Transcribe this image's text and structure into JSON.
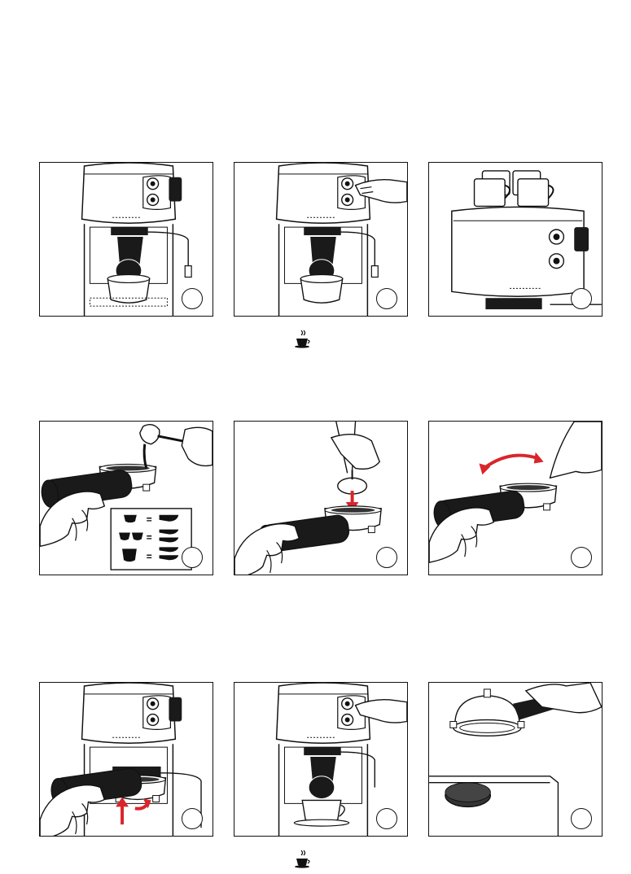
{
  "icons": {
    "step_marker": "circle-outline",
    "espresso_symbol": "coffee-cup-icon"
  },
  "colors": {
    "line": "#111111",
    "accent": "#d9252b",
    "fill_dark": "#1a1a1a"
  },
  "panels": [
    {
      "id": 1,
      "scene": "machine-with-empty-cup"
    },
    {
      "id": 2,
      "scene": "hand-turning-knob"
    },
    {
      "id": 3,
      "scene": "cups-warming-on-top"
    },
    {
      "id": 4,
      "scene": "measuring-coffee-into-filter"
    },
    {
      "id": 5,
      "scene": "tamping-coffee"
    },
    {
      "id": 6,
      "scene": "wiping-filter-rim"
    },
    {
      "id": 7,
      "scene": "inserting-filter-holder"
    },
    {
      "id": 8,
      "scene": "brewing-espresso-into-cup"
    },
    {
      "id": 9,
      "scene": "knocking-out-coffee-puck"
    }
  ]
}
